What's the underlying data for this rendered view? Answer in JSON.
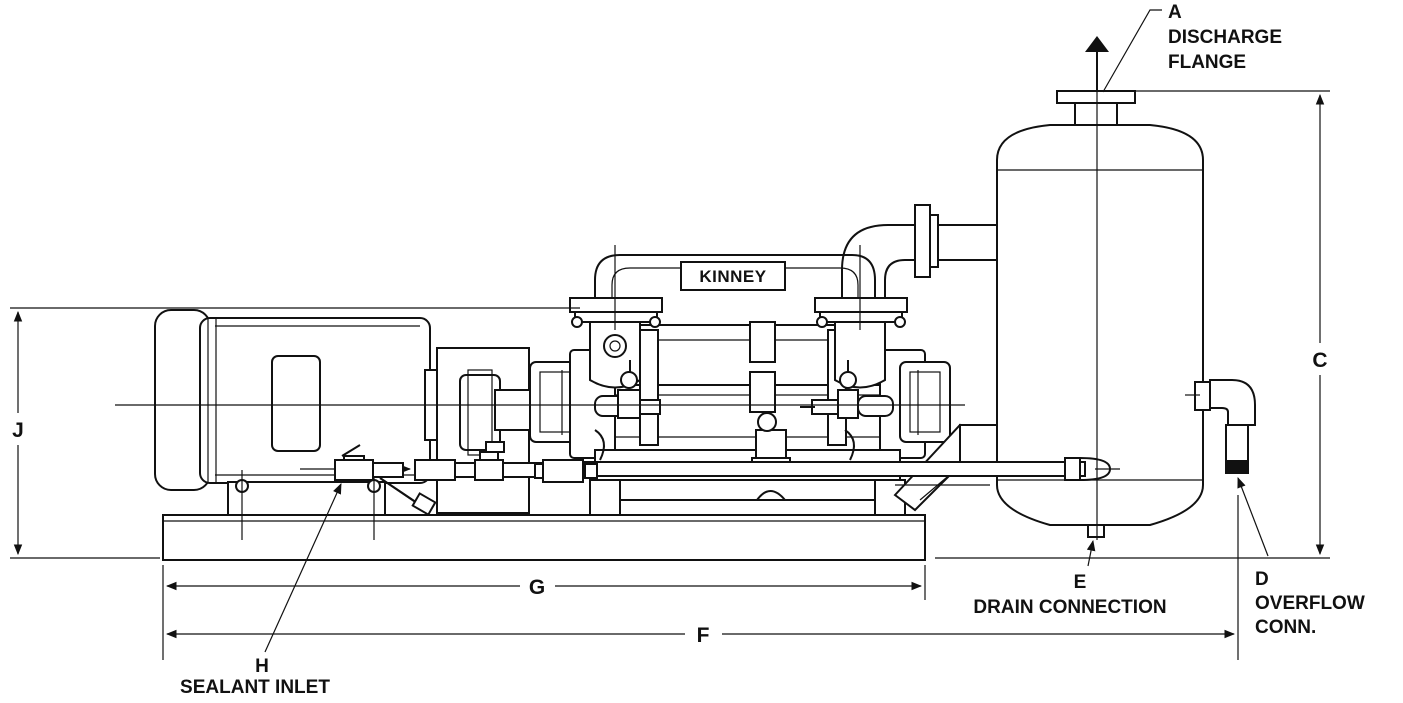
{
  "brand": "KINNEY",
  "callouts": {
    "a": {
      "letter": "A",
      "line1": "DISCHARGE",
      "line2": "FLANGE"
    },
    "c": {
      "letter": "C"
    },
    "d": {
      "letter": "D",
      "line1": "OVERFLOW",
      "line2": "CONN."
    },
    "e": {
      "letter": "E",
      "line1": "DRAIN CONNECTION"
    },
    "f": {
      "letter": "F"
    },
    "g": {
      "letter": "G"
    },
    "h": {
      "letter": "H",
      "line1": "SEALANT INLET"
    },
    "j": {
      "letter": "J"
    }
  },
  "colors": {
    "ink": "#111111",
    "paper": "#ffffff",
    "fill": "#e6e6e6"
  }
}
